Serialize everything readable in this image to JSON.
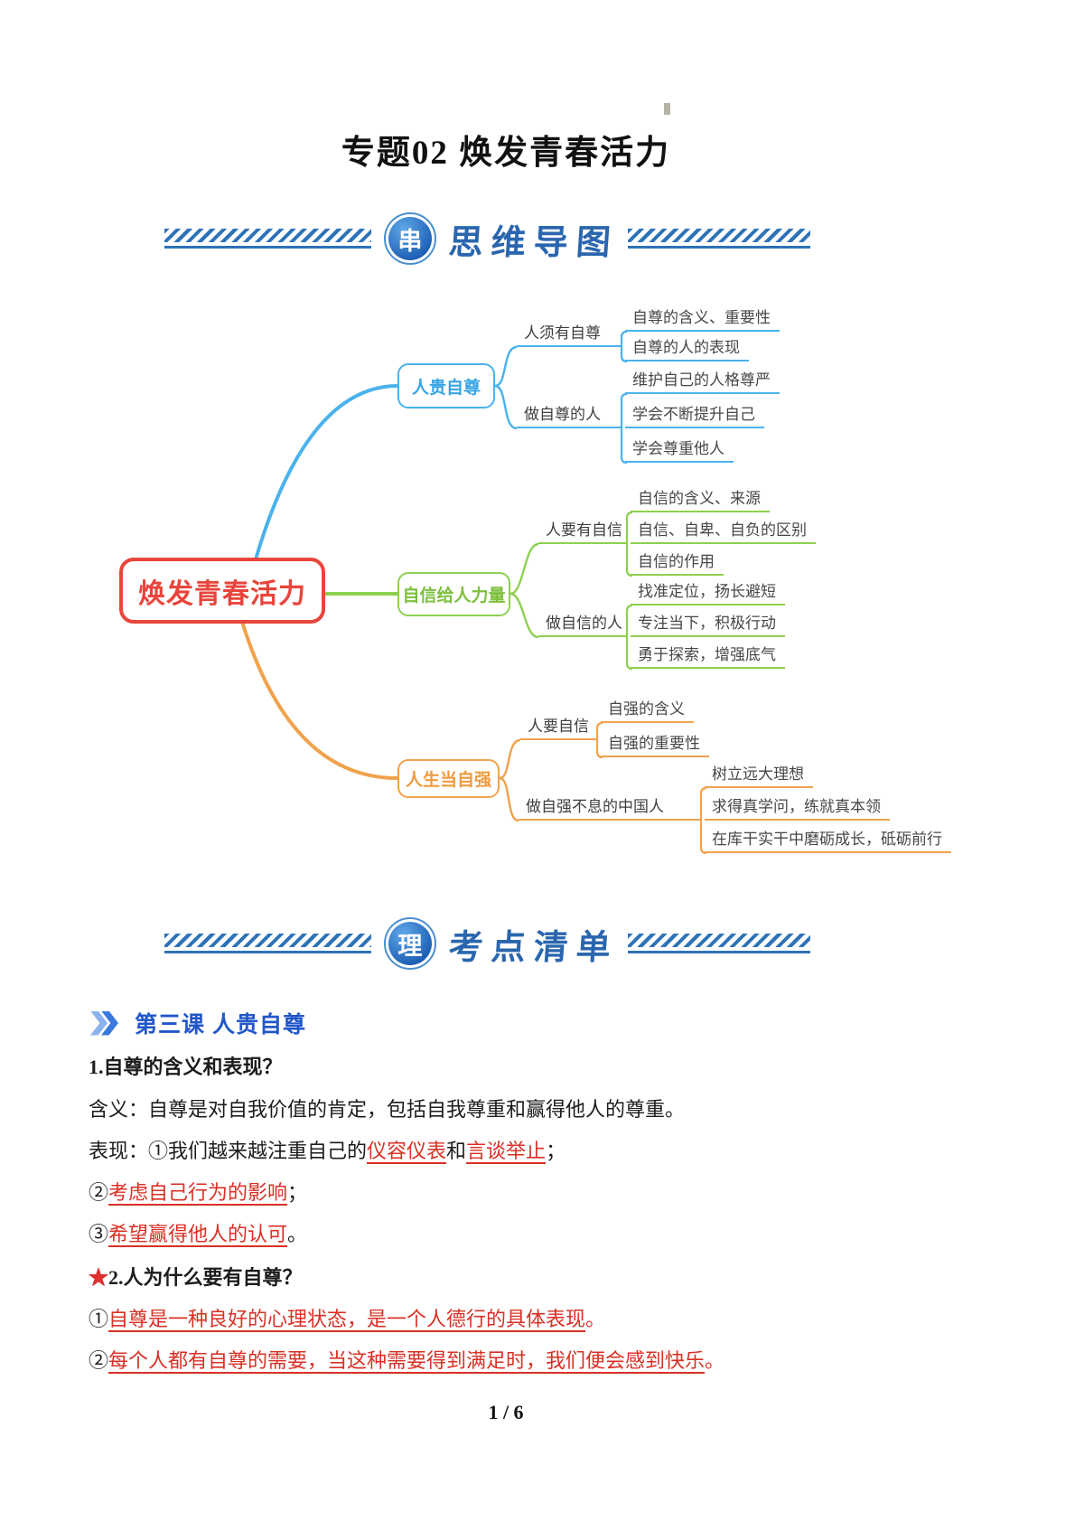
{
  "page": {
    "title": "专题02 焕发青春活力",
    "footer": "1 / 6"
  },
  "banners": {
    "mindmap": {
      "badge": "串",
      "title": "思维导图"
    },
    "keypoints": {
      "badge": "理",
      "title": "考点清单"
    }
  },
  "colors": {
    "banner_blue": "#2a66ae",
    "hatch_blue": "#2e73b8",
    "lesson_blue": "#2257c9",
    "red_accent": "#d93025",
    "mindmap_root_red": "#e8453c",
    "mindmap_blue": "#4ab2ec",
    "mindmap_green": "#8ed04f",
    "mindmap_orange": "#f0a24c"
  },
  "mindmap": {
    "root": "焕发青春活力",
    "branches": [
      {
        "label": "人贵自尊",
        "groups": [
          {
            "label": "人须有自尊",
            "leaves": [
              "自尊的含义、重要性",
              "自尊的人的表现"
            ]
          },
          {
            "label": "做自尊的人",
            "leaves": [
              "维护自己的人格尊严",
              "学会不断提升自己",
              "学会尊重他人"
            ]
          }
        ]
      },
      {
        "label": "自信给人力量",
        "groups": [
          {
            "label": "人要有自信",
            "leaves": [
              "自信的含义、来源",
              "自信、自卑、自负的区别",
              "自信的作用"
            ]
          },
          {
            "label": "做自信的人",
            "leaves": [
              "找准定位，扬长避短",
              "专注当下，积极行动",
              "勇于探索，增强底气"
            ]
          }
        ]
      },
      {
        "label": "人生当自强",
        "groups": [
          {
            "label": "人要自信",
            "leaves": [
              "自强的含义",
              "自强的重要性"
            ]
          },
          {
            "label": "做自强不息的中国人",
            "leaves": [
              "树立远大理想",
              "求得真学问，练就真本领",
              "在库干实干中磨砺成长，砥砺前行"
            ]
          }
        ]
      }
    ]
  },
  "keypoints": {
    "lesson": "第三课 人贵自尊",
    "q1_heading": "1.自尊的含义和表现？",
    "q1_meaning": "含义：自尊是对自我价值的肯定，包括自我尊重和赢得他人的尊重。",
    "q1_perf": [
      {
        "t": "表现：①我们越来越注重自己的"
      },
      {
        "t": "仪容仪表"
      },
      {
        "t": "和"
      },
      {
        "t": "言谈举止"
      },
      {
        "t": "；"
      }
    ],
    "q1_item2": {
      "pre": "②",
      "red": "考虑自己行为的影响",
      "suf": "；"
    },
    "q1_item3": {
      "pre": "③",
      "red": "希望赢得他人的认可",
      "suf": "。"
    },
    "q2_star": "★",
    "q2_heading": "2.人为什么要有自尊？",
    "q2_item1": {
      "pre": "①",
      "red": "自尊是一种良好的心理状态，是一个人德行的具体表现",
      "suf": "。"
    },
    "q2_item2": {
      "pre": "②",
      "red": "每个人都有自尊的需要，当这种需要得到满足时，我们便会感到快乐",
      "suf": "。"
    }
  }
}
